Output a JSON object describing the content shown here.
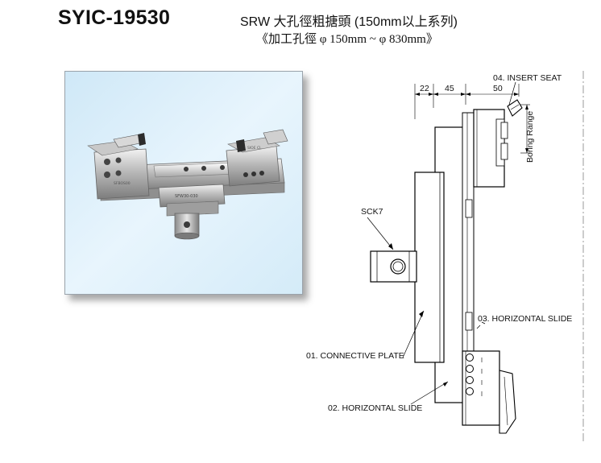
{
  "header": {
    "model": "SYIC-19530",
    "title": "SRW 大孔徑粗搪頭 (150mm以上系列)",
    "subtitle": "《加工孔徑 φ 150mm ~ φ 830mm》"
  },
  "photo": {
    "engraving_left": "SFBOS00",
    "engraving_center": "SFW30-030",
    "engraving_right": "SIOE CL"
  },
  "drawing": {
    "dim_a": "22",
    "dim_b": "45",
    "dim_c": "50",
    "boring_range": "Boring Range",
    "labels": {
      "insert_seat": "04. INSERT SEAT",
      "sck7": "SCK7",
      "horizontal_slide_03": "03. HORIZONTAL SLIDE",
      "connective_plate": "01. CONNECTIVE PLATE",
      "horizontal_slide_02": "02. HORIZONTAL SLIDE"
    }
  }
}
